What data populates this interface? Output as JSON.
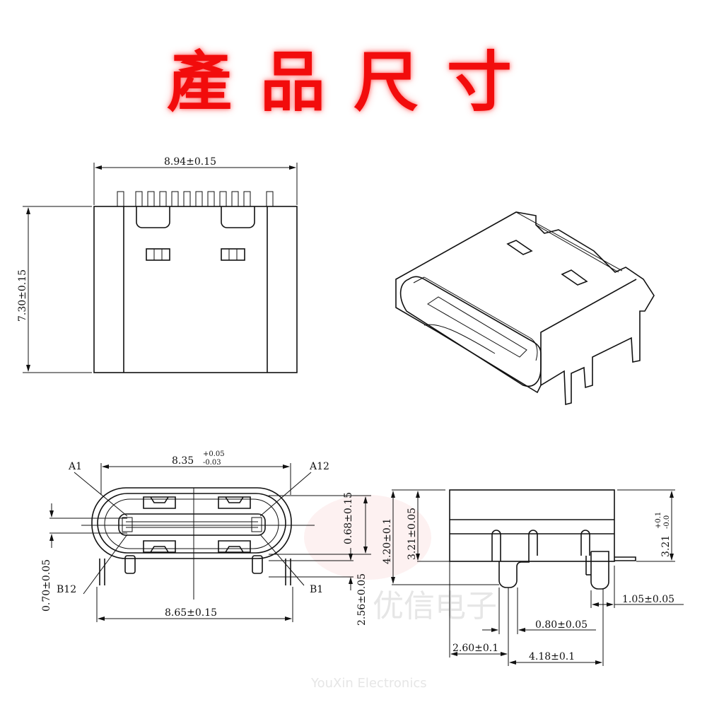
{
  "title": "產品尺寸",
  "watermark": {
    "cn": "优信电子",
    "en": "YouXin Electronics"
  },
  "top_view": {
    "width_dim": "8.94±0.15",
    "height_dim": "7.30±0.15"
  },
  "front_view": {
    "top_dim_main": "8.35",
    "top_dim_plus": "+0.05",
    "top_dim_minus": "-0.03",
    "bottom_dim": "8.65±0.15",
    "left_dim": "0.70±0.05",
    "right_dim_1": "0.68±0.15",
    "right_dim_2": "2.56±0.05",
    "pin_labels": {
      "a1": "A1",
      "a12": "A12",
      "b12": "B12",
      "b1": "B1"
    }
  },
  "side_view": {
    "total_height": "4.20±0.1",
    "body_height": "3.21±0.05",
    "right_height_main": "3.21",
    "right_height_plus": "+0.1",
    "right_height_minus": "-0.0",
    "tab_width": "1.05±0.05",
    "pin_width": "0.80±0.05",
    "pin_offset": "2.60±0.1",
    "pin_pitch": "4.18±0.1"
  }
}
